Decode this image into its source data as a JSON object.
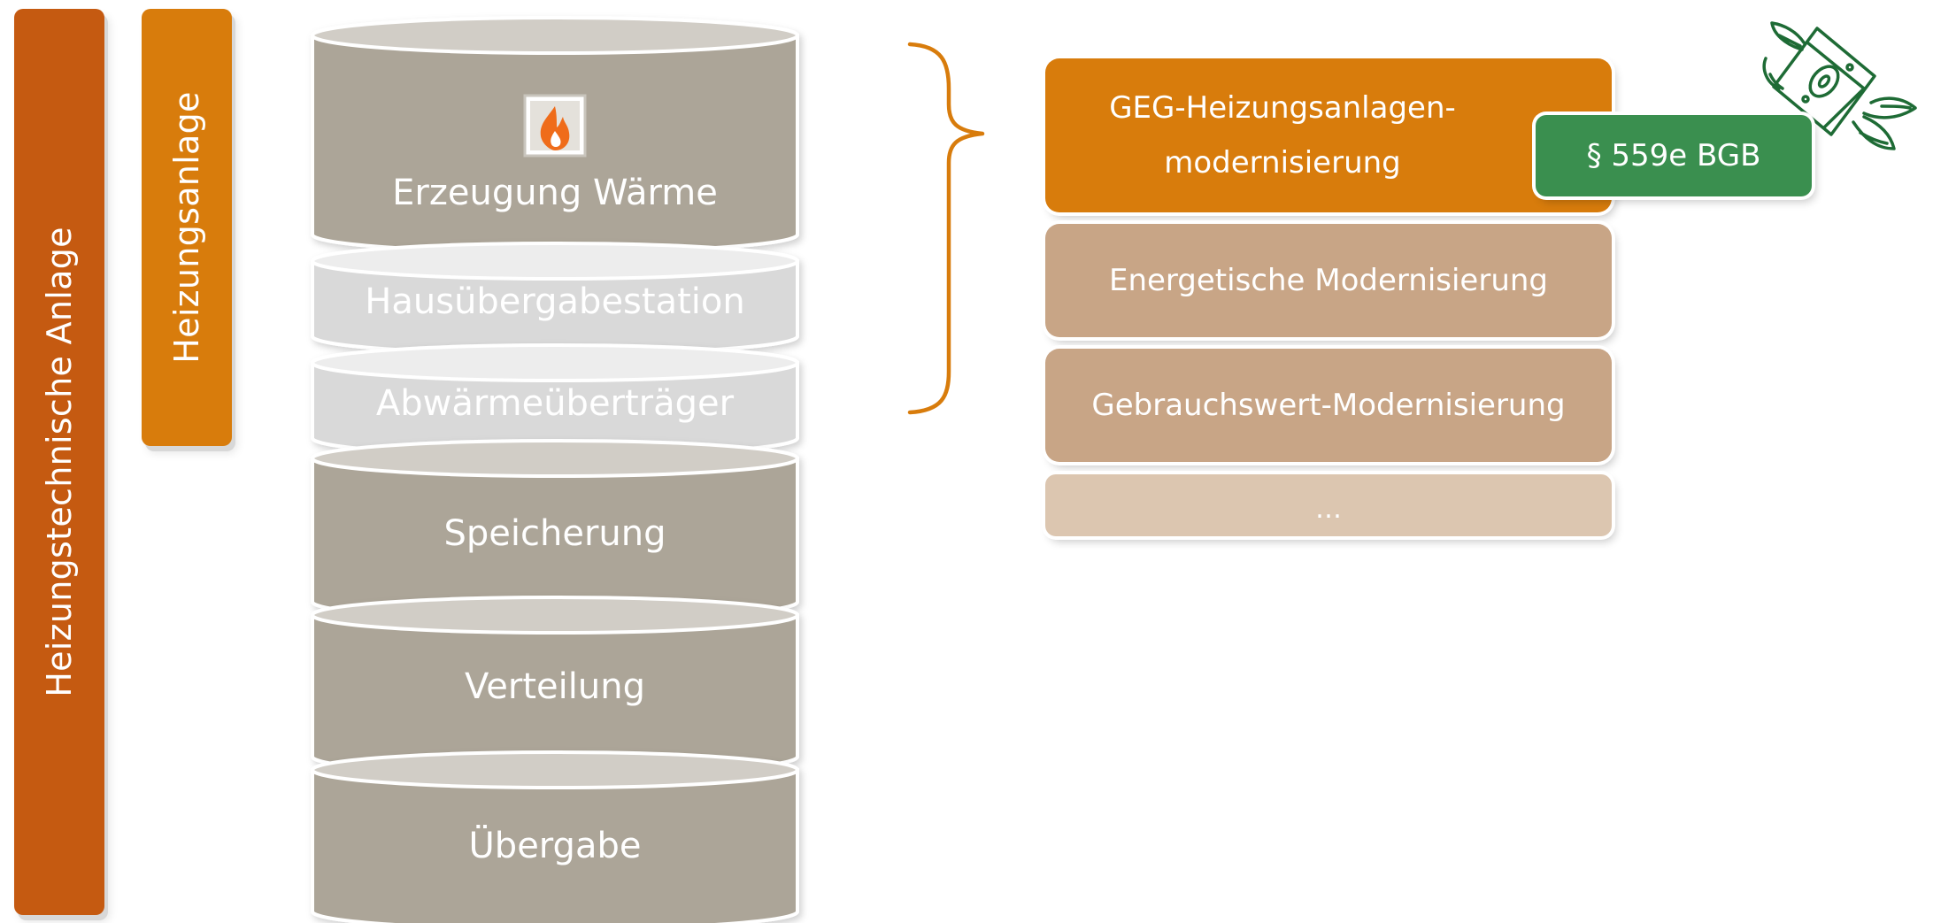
{
  "scope_bars": {
    "outer": {
      "label": "Heizungstechnische Anlage",
      "color": "#c55a11"
    },
    "inner": {
      "label": "Heizungsanlage",
      "color": "#d87c0c"
    }
  },
  "stack": {
    "layers": [
      {
        "label": "Erzeugung Wärme",
        "variant": "dark",
        "icon": "flame-icon"
      },
      {
        "label": "Hausübergabestation",
        "variant": "light"
      },
      {
        "label": "Abwärmeüberträger",
        "variant": "light"
      },
      {
        "label": "Speicherung",
        "variant": "dark"
      },
      {
        "label": "Verteilung",
        "variant": "dark"
      },
      {
        "label": "Übergabe",
        "variant": "dark"
      }
    ],
    "colors": {
      "dark": "#aca598",
      "dark_top": "#d1cdc6",
      "light": "#d9d9d9",
      "light_top": "#ededed"
    }
  },
  "bracket": {
    "color": "#d87c0c",
    "icon": "curly-brace-icon"
  },
  "modernization_types": {
    "items": [
      {
        "label_line1": "GEG-Heizungsanlagen-",
        "label_line2": "modernisierung",
        "color": "#d87c0c"
      },
      {
        "label": "Energetische Modernisierung",
        "color": "#c8a586"
      },
      {
        "label": "Gebrauchswert-Modernisierung",
        "color": "#c8a586"
      },
      {
        "label": "…",
        "color": "#dcc6b0"
      }
    ]
  },
  "legal_badge": {
    "label": "§ 559e BGB",
    "color": "#3a8f4f"
  },
  "money_icon": {
    "icon": "flying-money-icon",
    "color": "#1e6b35"
  }
}
